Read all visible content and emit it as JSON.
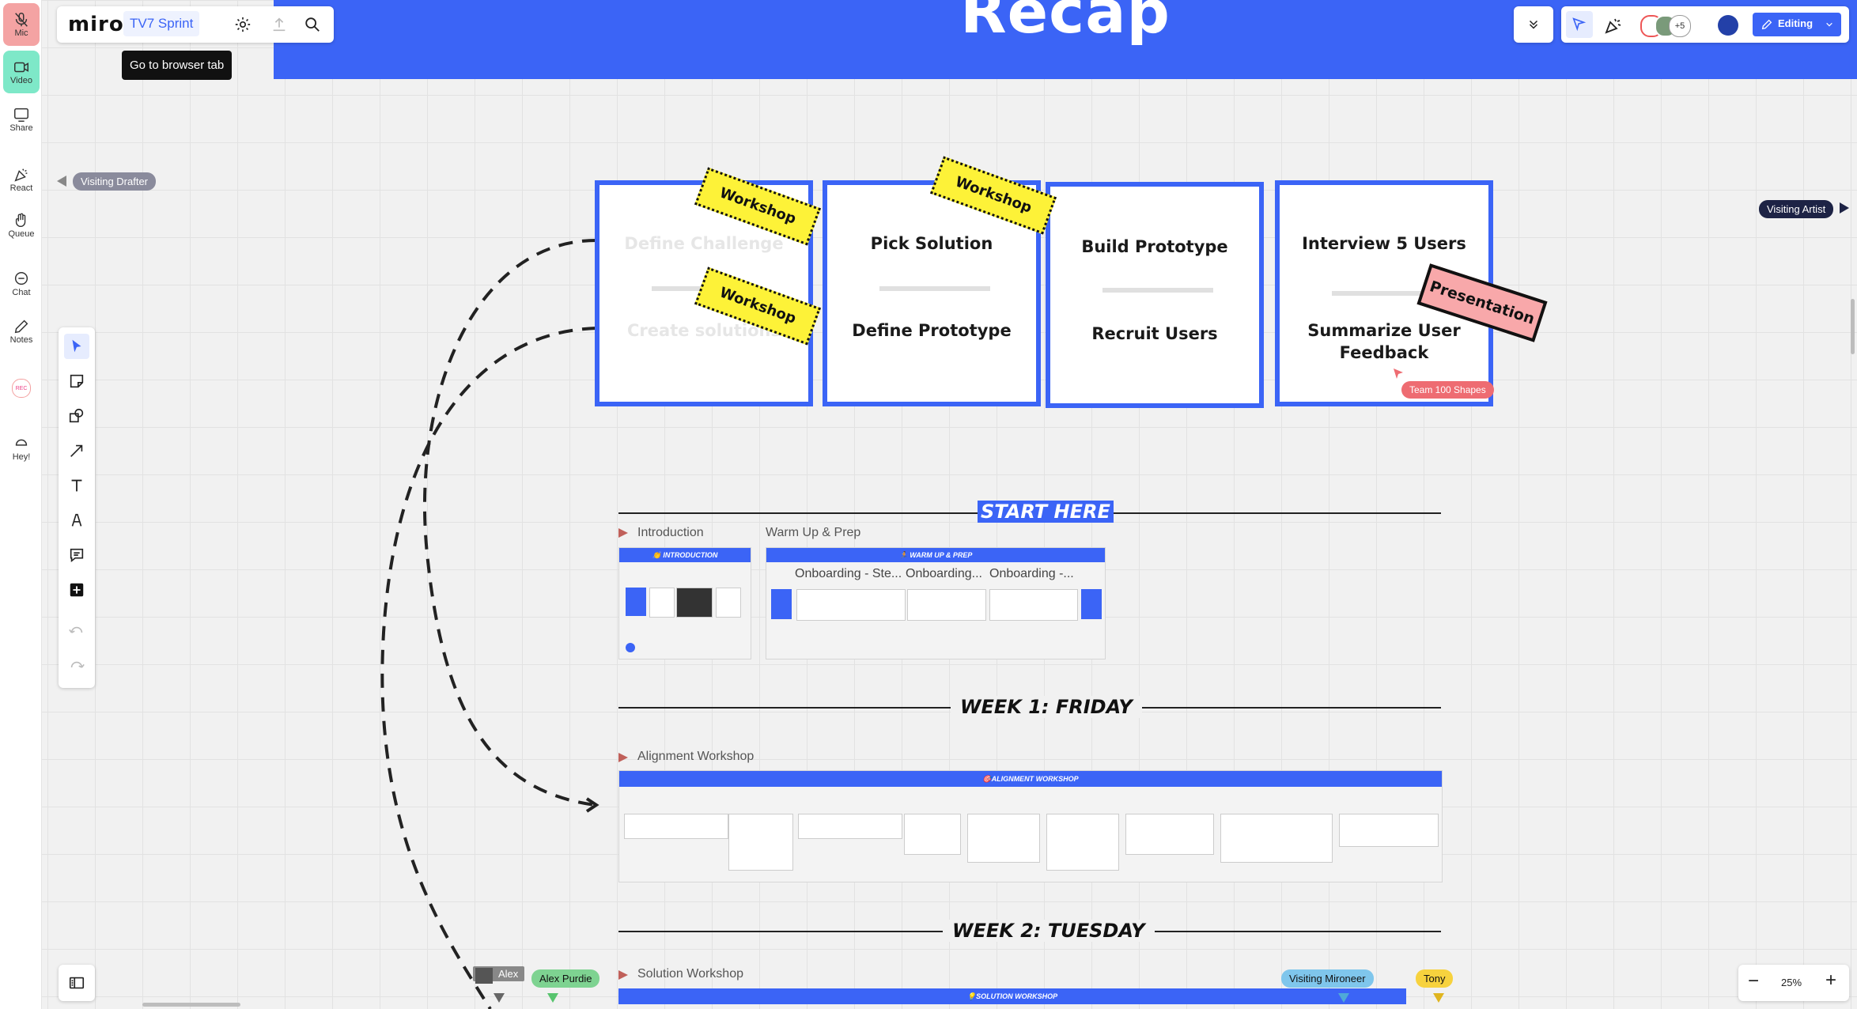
{
  "board": {
    "app_name": "miro",
    "board_name": "TV7 Sprint",
    "tooltip": "Go to browser tab"
  },
  "banner": {
    "title": "Recap"
  },
  "dock": [
    {
      "label": "Mic"
    },
    {
      "label": "Video"
    },
    {
      "label": "Share"
    },
    {
      "label": "React"
    },
    {
      "label": "Queue"
    },
    {
      "label": "Chat"
    },
    {
      "label": "Notes"
    },
    {
      "label": "REC"
    },
    {
      "label": "Hey!"
    }
  ],
  "top_right": {
    "collab_count": "+5",
    "mode_label": "Editing"
  },
  "cursors": {
    "visiting_drafter": "Visiting Drafter",
    "visiting_artist": "Visiting Artist",
    "team_shapes": "Team 100 Shapes"
  },
  "cards": [
    {
      "top": "Define Challenge",
      "bottom": "Create solutions"
    },
    {
      "top": "Pick Solution",
      "bottom": "Define Prototype"
    },
    {
      "top": "Build Prototype",
      "bottom": "Recruit Users"
    },
    {
      "top": "Interview 5 Users",
      "bottom": "Summarize User Feedback"
    }
  ],
  "stickers": {
    "workshop": "Workshop",
    "presentation": "Presentation"
  },
  "sections": {
    "start": "START HERE",
    "week1": "WEEK 1: FRIDAY",
    "week2": "WEEK 2: TUESDAY"
  },
  "frames": {
    "intro_label": "Introduction",
    "intro_bar": "👏 INTRODUCTION",
    "warmup_label": "Warm Up & Prep",
    "warmup_bar": "🏃 WARM UP & PREP",
    "onboarding": [
      "Onboarding - Ste...",
      "Onboarding...",
      "Onboarding -..."
    ],
    "alignment_label": "Alignment Workshop",
    "alignment_bar": "🎯ALIGNMENT WORKSHOP",
    "solution_label": "Solution Workshop",
    "solution_bar": "💡SOLUTION WORKSHOP"
  },
  "bottom_users": [
    {
      "name": "Alex",
      "color": "#888888"
    },
    {
      "name": "Alex Purdie",
      "color": "#7ed391"
    },
    {
      "name": "Visiting Mironeer",
      "color": "#7fc6ec"
    },
    {
      "name": "Tony",
      "color": "#f7d23e"
    }
  ],
  "zoom": {
    "level": "25%"
  },
  "colors": {
    "brand_blue": "#3b64f6",
    "sticker_yellow": "#fdf238",
    "presentation_pink": "#f8a8aa"
  }
}
